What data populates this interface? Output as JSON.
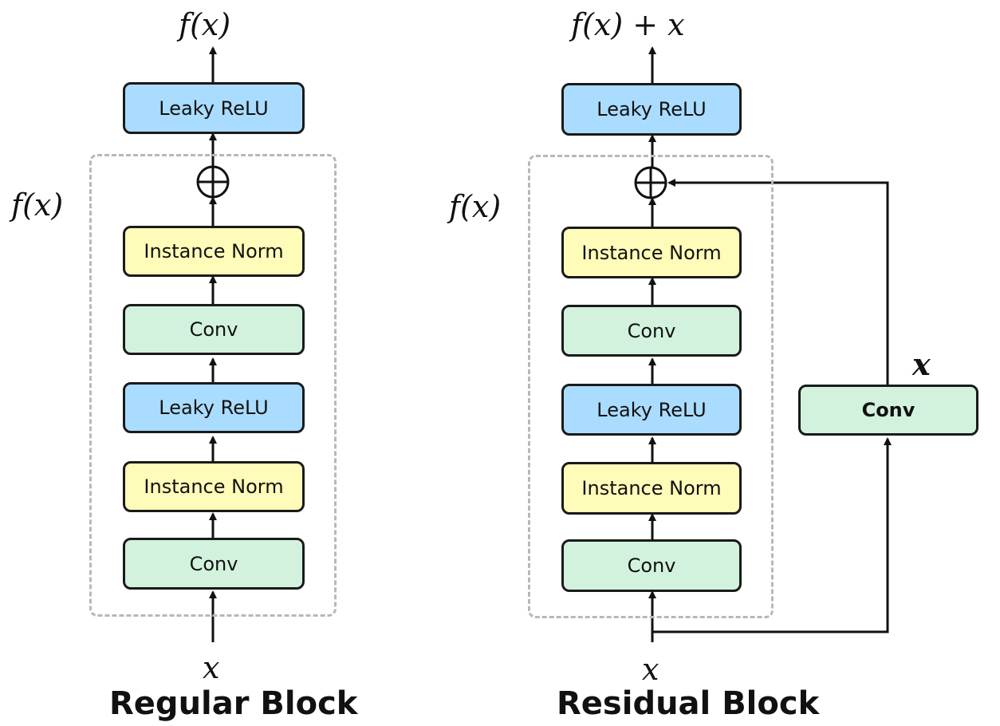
{
  "regular": {
    "title": "Regular Block",
    "input_label": "x",
    "output_label": "f(x)",
    "group_label": "f(x)",
    "output_layer": "Leaky ReLU",
    "layers": [
      "Instance Norm",
      "Conv",
      "Leaky ReLU",
      "Instance Norm",
      "Conv"
    ]
  },
  "residual": {
    "title": "Residual Block",
    "input_label": "x",
    "output_label": "f(x) + x",
    "group_label": "f(x)",
    "output_layer": "Leaky ReLU",
    "layers": [
      "Instance Norm",
      "Conv",
      "Leaky ReLU",
      "Instance Norm",
      "Conv"
    ],
    "skip_layer": "Conv",
    "skip_label": "x"
  },
  "colors": {
    "relu": "#aadcff",
    "norm": "#fffbb8",
    "conv": "#d2f2de",
    "stroke": "#1a1a1a",
    "dashed": "#b8b8b8"
  }
}
